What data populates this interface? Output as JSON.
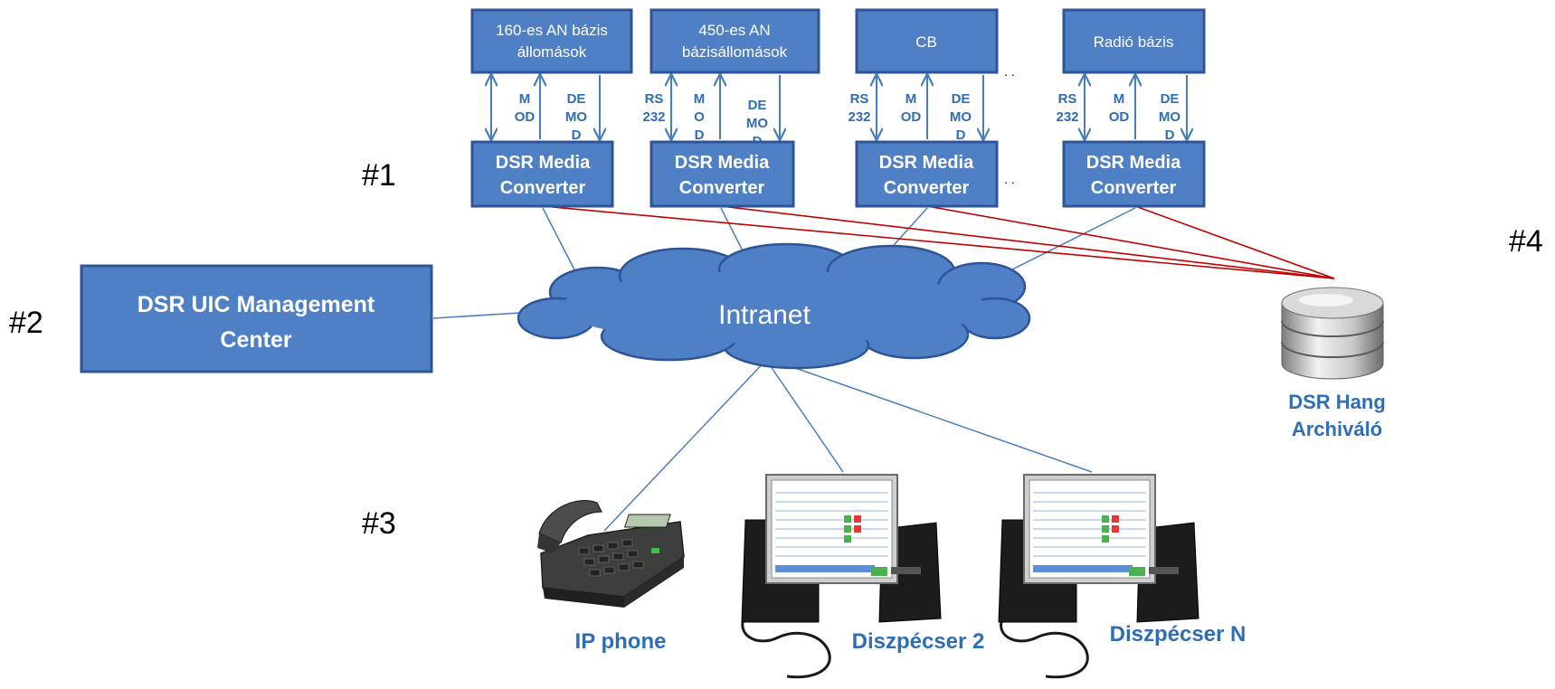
{
  "stations": [
    {
      "label_1": "160-es AN bázis",
      "label_2": "állomások",
      "signals": [
        {
          "l1": "",
          "l2": ""
        },
        {
          "l1": "M",
          "l2": "OD"
        },
        {
          "l1": "DE",
          "l2": "MO",
          "l3": "D"
        }
      ],
      "converter_1": "DSR Media",
      "converter_2": "Converter"
    },
    {
      "label_1": "450-es AN",
      "label_2": "bázisállomások",
      "signals": [
        {
          "l1": "RS",
          "l2": "232"
        },
        {
          "l1": "M",
          "l2": "O",
          "l3": "D"
        },
        {
          "l1": "DE",
          "l2": "MO",
          "l3": "D"
        }
      ],
      "converter_1": "DSR Media",
      "converter_2": "Converter"
    },
    {
      "label_1": "CB",
      "label_2": "",
      "signals": [
        {
          "l1": "RS",
          "l2": "232"
        },
        {
          "l1": "M",
          "l2": "OD"
        },
        {
          "l1": "DE",
          "l2": "MO",
          "l3": "D"
        }
      ],
      "converter_1": "DSR Media",
      "converter_2": "Converter"
    },
    {
      "label_1": "Radió bázis",
      "label_2": "",
      "signals": [
        {
          "l1": "RS",
          "l2": "232"
        },
        {
          "l1": "M",
          "l2": "OD"
        },
        {
          "l1": "DE",
          "l2": "MO",
          "l3": "D"
        }
      ],
      "converter_1": "DSR Media",
      "converter_2": "Converter"
    }
  ],
  "ellipsis": ". .",
  "markers": {
    "m1": "#1",
    "m2": "#2",
    "m3": "#3",
    "m4": "#4"
  },
  "management": {
    "line_1": "DSR UIC  Management",
    "line_2": "Center"
  },
  "cloud_label": "Intranet",
  "archiver": {
    "line_1": "DSR  Hang",
    "line_2": "Archiváló"
  },
  "endpoints": {
    "phone": "IP phone",
    "dispatcher_2": "Diszpécser 2",
    "dispatcher_n": "Diszpécser N"
  },
  "icons": [
    "database-icon",
    "ip-phone-icon",
    "dispatcher-console-icon"
  ],
  "colors": {
    "box_fill": "#4f7fc4",
    "box_border": "#2f5597",
    "link_blue": "#4a7ebb",
    "link_red": "#c00000",
    "label_blue": "#2f6db5"
  }
}
